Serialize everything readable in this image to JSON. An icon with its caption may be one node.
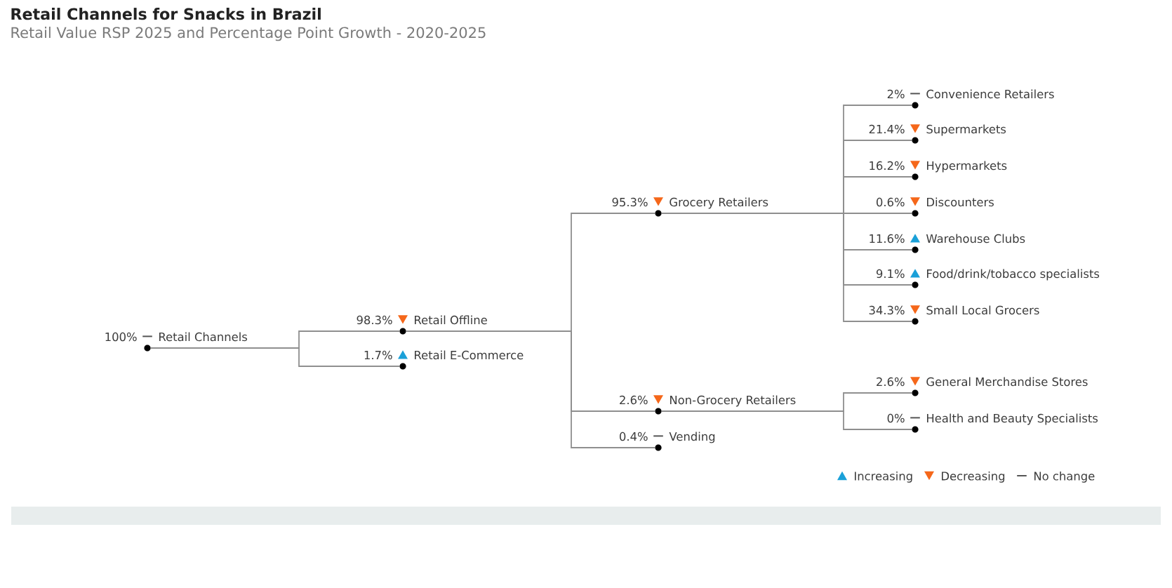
{
  "diagram": {
    "title": "Retail Channels for Snacks in Brazil",
    "nodes": [
      {
        "text": [
          "Retail Channels"
        ],
        "beside": [
          "100%"
        ]
      },
      {
        "text": [
          "Retail Offline"
        ],
        "beside": [
          "98.3%"
        ]
      },
      {
        "text": [
          "Retail E-Commerce"
        ],
        "beside": [
          "1.7%"
        ]
      },
      {
        "text": [
          "Grocery Retailers"
        ],
        "beside": [
          "95.3%"
        ]
      },
      {
        "text": [
          "Convenience Retailers"
        ],
        "beside": [
          "2%"
        ]
      },
      {
        "text": [
          "Supermarkets"
        ],
        "beside": [
          "21.4%"
        ]
      },
      {
        "text": [
          "Hypermarkets"
        ],
        "beside": [
          "16.2%"
        ]
      },
      {
        "text": [
          "Discounters"
        ],
        "beside": [
          "0.6%"
        ]
      },
      {
        "text": [
          "Warehouse Clubs"
        ],
        "beside": [
          "11.6%"
        ]
      },
      {
        "text": [
          "Food/drink/tobacco specialists"
        ],
        "beside": [
          "9.1%"
        ]
      },
      {
        "text": [
          "Small Local Grocers"
        ],
        "beside": [
          "34.3%"
        ]
      },
      {
        "text": [
          "Non-Grocery Retailers"
        ],
        "beside": [
          "2.6%"
        ]
      },
      {
        "text": [
          "General Merchandise Stores"
        ],
        "beside": [
          "2.6%"
        ]
      },
      {
        "text": [
          "Health and Beauty Specialists"
        ],
        "beside": [
          "0%"
        ]
      },
      {
        "text": [
          "Vending"
        ],
        "beside": [
          "0.4%"
        ]
      }
    ],
    "edges": [
      {
        "from": 0,
        "to": 1,
        "arrow": "none"
      },
      {
        "from": 0,
        "to": 2,
        "arrow": "none"
      },
      {
        "from": 1,
        "to": 3,
        "arrow": "none"
      },
      {
        "from": 1,
        "to": 11,
        "arrow": "none"
      },
      {
        "from": 1,
        "to": 14,
        "arrow": "none"
      },
      {
        "from": 3,
        "to": 4,
        "arrow": "none"
      },
      {
        "from": 3,
        "to": 5,
        "arrow": "none"
      },
      {
        "from": 3,
        "to": 6,
        "arrow": "none"
      },
      {
        "from": 3,
        "to": 7,
        "arrow": "none"
      },
      {
        "from": 3,
        "to": 8,
        "arrow": "none"
      },
      {
        "from": 3,
        "to": 9,
        "arrow": "none"
      },
      {
        "from": 3,
        "to": 10,
        "arrow": "none"
      },
      {
        "from": 11,
        "to": 12,
        "arrow": "none"
      },
      {
        "from": 11,
        "to": 13,
        "arrow": "none"
      }
    ],
    "labels": [
      "Retail Value RSP 2025 and Percentage Point Growth - 2020-2025"
    ],
    "legend": [
      {
        "text": "Increasing"
      },
      {
        "text": "Decreasing"
      },
      {
        "text": "No change"
      }
    ]
  }
}
